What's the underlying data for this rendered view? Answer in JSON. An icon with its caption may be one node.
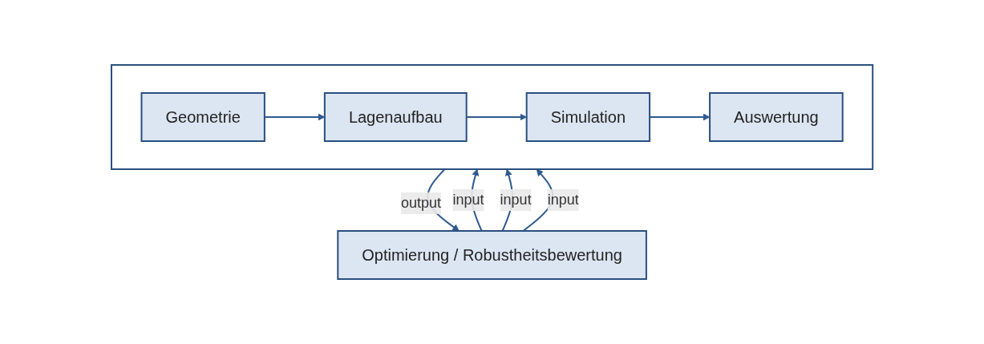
{
  "diagram": {
    "nodes": [
      {
        "text": [],
        "shape": "box"
      },
      {
        "text": [
          "Geometrie"
        ],
        "in": 0
      },
      {
        "text": [
          "Lagenaufbau"
        ],
        "in": 0
      },
      {
        "text": [
          "Simulation"
        ],
        "in": 0
      },
      {
        "text": [
          "Auswertung"
        ],
        "in": 0
      },
      {
        "text": [
          "Optimierung / Robustheitsbewertung"
        ]
      }
    ],
    "edges": [
      {
        "from": 1,
        "to": 2,
        "arrow": "to"
      },
      {
        "from": 2,
        "to": 3,
        "arrow": "to"
      },
      {
        "from": 3,
        "to": 4,
        "arrow": "to"
      },
      {
        "from": 5,
        "to": 0,
        "label": "input",
        "arrow": "to"
      },
      {
        "from": 5,
        "to": 0,
        "label": "input",
        "arrow": "to"
      },
      {
        "from": 5,
        "to": 0,
        "label": "input",
        "arrow": "to"
      },
      {
        "from": 0,
        "to": 5,
        "label": "output",
        "arrow": "to"
      }
    ]
  }
}
